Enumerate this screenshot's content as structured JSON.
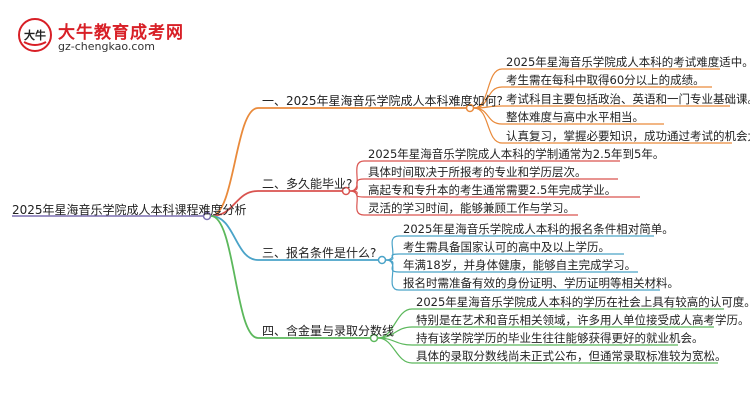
{
  "logo": {
    "badge_text": "大牛",
    "title": "大牛教育成考网",
    "url": "gz-chengkao.com"
  },
  "root": {
    "label": "2025年星海音乐学院成人本科课程难度分析"
  },
  "branches": [
    {
      "label": "一、2025年星海音乐学院成人本科难度如何?",
      "color": "#e98a3b",
      "leaves": [
        "2025年星海音乐学院成人本科的考试难度适中。",
        "考生需在每科中取得60分以上的成绩。",
        "考试科目主要包括政治、英语和一门专业基础课。",
        "整体难度与高中水平相当。",
        "认真复习，掌握必要知识，成功通过考试的机会大。"
      ]
    },
    {
      "label": "二、多久能毕业?",
      "color": "#d9534f",
      "leaves": [
        "2025年星海音乐学院成人本科的学制通常为2.5年到5年。",
        "具体时间取决于所报考的专业和学历层次。",
        "高起专和专升本的考生通常需要2.5年完成学业。",
        "灵活的学习时间，能够兼顾工作与学习。"
      ]
    },
    {
      "label": "三、报名条件是什么?",
      "color": "#4aa3c8",
      "leaves": [
        "2025年星海音乐学院成人本科的报名条件相对简单。",
        "考生需具备国家认可的高中及以上学历。",
        "年满18岁，并身体健康，能够自主完成学习。",
        "报名时需准备有效的身份证明、学历证明等相关材料。"
      ]
    },
    {
      "label": "四、含金量与录取分数线",
      "color": "#5cb85c",
      "leaves": [
        "2025年星海音乐学院成人本科的学历在社会上具有较高的认可度。",
        "特别是在艺术和音乐相关领域，许多用人单位接受成人高考学历。",
        "持有该学院学历的毕业生往往能够获得更好的就业机会。",
        "具体的录取分数线尚未正式公布，但通常录取标准较为宽松。"
      ]
    }
  ]
}
